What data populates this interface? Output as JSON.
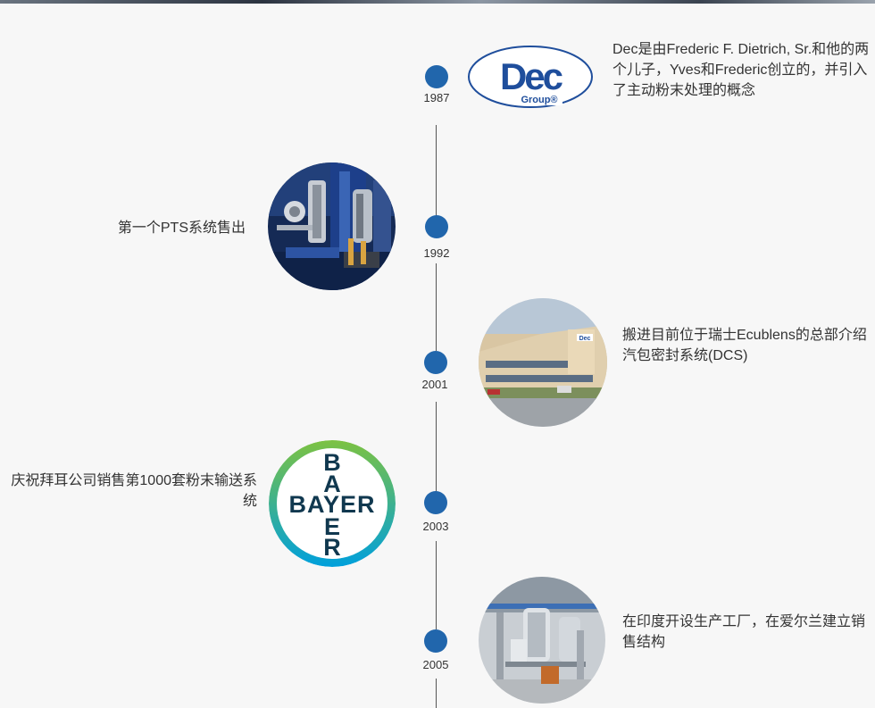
{
  "timeline": [
    {
      "year": "1987",
      "text": "Dec是由Frederic F. Dietrich, Sr.和他的两个儿子，Yves和Frederic创立的，并引入了主动粉末处理的概念",
      "logo": {
        "word": "Dec",
        "sub": "Group",
        "color": "#1f4e9c"
      }
    },
    {
      "year": "1992",
      "text": "第一个PTS系统售出",
      "image": "industrial-equipment-photo"
    },
    {
      "year": "2001",
      "text": "搬进目前位于瑞士Ecublens的总部介绍汽包密封系统(DCS)",
      "image": "headquarters-building-photo",
      "building_sign": "Dec"
    },
    {
      "year": "2003",
      "text": "庆祝拜耳公司销售第1000套粉末输送系统",
      "logo": {
        "word": "BAYER",
        "color": "#10384f",
        "ring_top": "#7cc242",
        "ring_bottom": "#00a0dc"
      }
    },
    {
      "year": "2005",
      "text": "在印度开设生产工厂，在爱尔兰建立销售结构",
      "image": "production-plant-photo"
    }
  ]
}
